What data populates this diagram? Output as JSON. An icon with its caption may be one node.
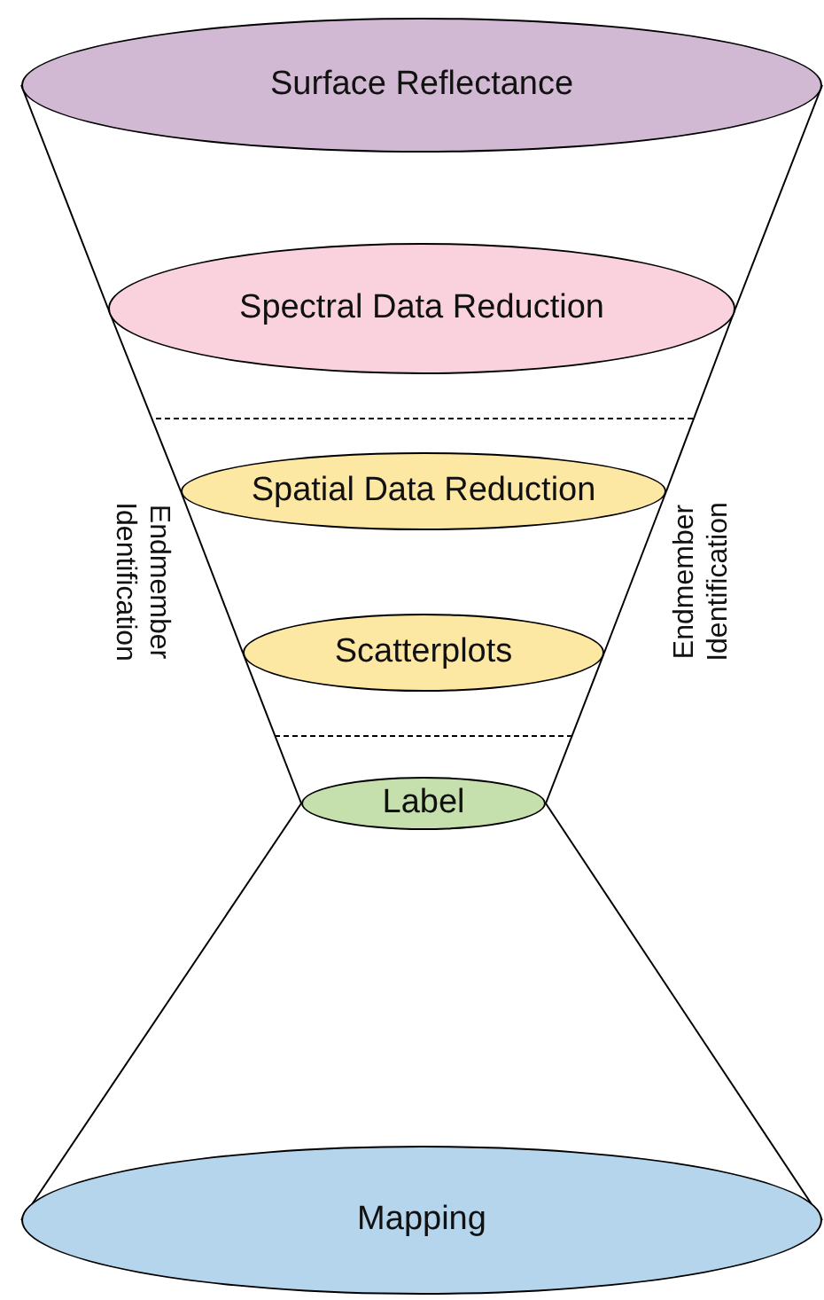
{
  "diagram": {
    "nodes": [
      {
        "text": [
          "Surface Reflectance"
        ]
      },
      {
        "text": [
          "Spectral Data Reduction"
        ]
      },
      {
        "text": [
          "Spatial Data Reduction"
        ]
      },
      {
        "text": [
          "Scatterplots"
        ]
      },
      {
        "text": [
          "Label"
        ]
      },
      {
        "text": [
          "Mapping"
        ]
      }
    ],
    "edges": [
      {
        "from": 0,
        "to": 1,
        "arrow": "none"
      },
      {
        "from": 1,
        "to": 2,
        "arrow": "none"
      },
      {
        "from": 2,
        "to": 3,
        "arrow": "none"
      },
      {
        "from": 3,
        "to": 4,
        "arrow": "none"
      },
      {
        "from": 0,
        "to": 1,
        "arrow": "none"
      },
      {
        "from": 1,
        "to": 2,
        "arrow": "none"
      },
      {
        "from": 2,
        "to": 3,
        "arrow": "none"
      },
      {
        "from": 3,
        "to": 4,
        "arrow": "none"
      },
      {
        "from": 4,
        "to": 5,
        "arrow": "none"
      },
      {
        "from": 4,
        "to": 5,
        "arrow": "none"
      }
    ],
    "labels": [
      "Endmember Identification",
      "Endmember Identification"
    ]
  }
}
